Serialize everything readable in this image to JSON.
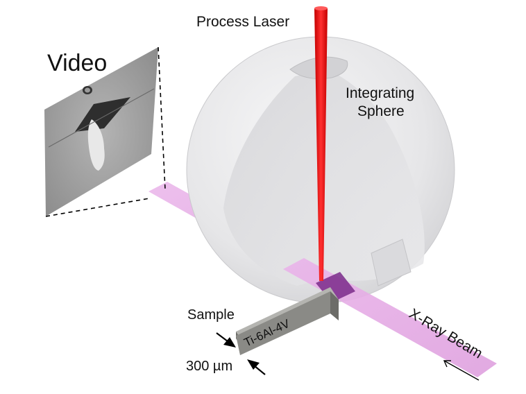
{
  "labels": {
    "process_laser": "Process Laser",
    "integrating_line1": "Integrating",
    "integrating_line2": "Sphere",
    "video": "Video",
    "sample": "Sample",
    "material": "Ti-6Al-4V",
    "thickness": "300 µm",
    "xray": "X-Ray Beam"
  },
  "colors": {
    "laser": "#ee1111",
    "xray_beam": "#e6a8e6",
    "sphere": "#e4e4e6",
    "sample_bar": "#8a8a86"
  }
}
